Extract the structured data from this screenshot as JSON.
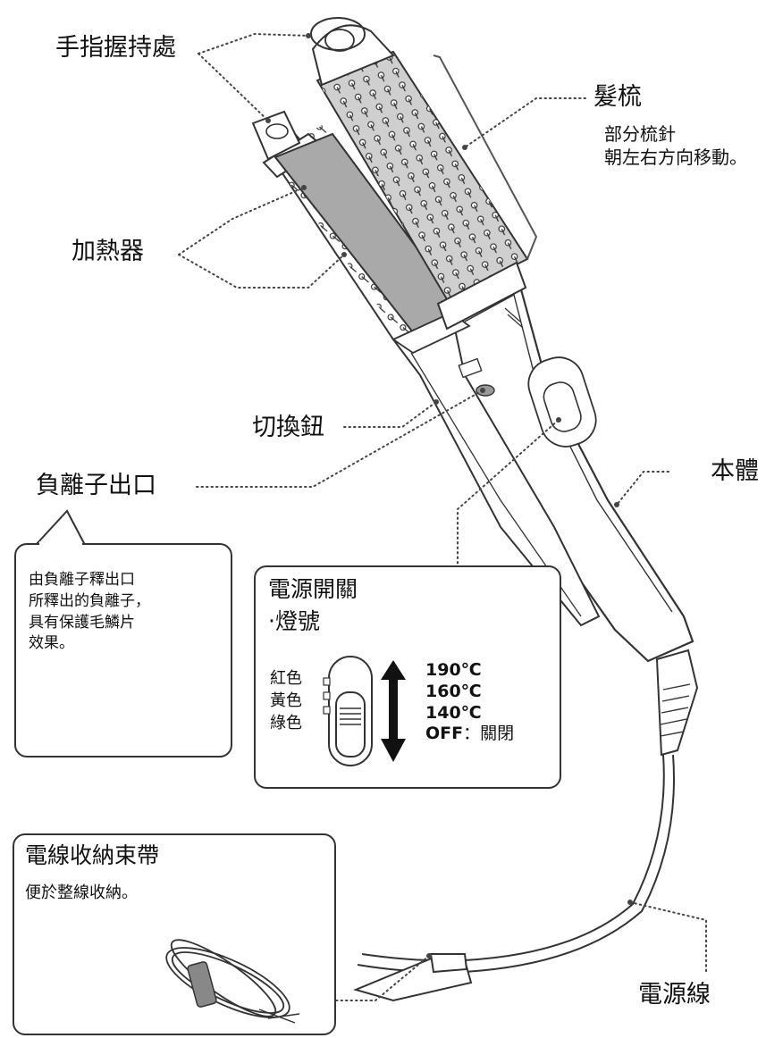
{
  "labels": {
    "finger_grip": "手指握持處",
    "comb": "髮梳",
    "comb_desc_1": "部分梳針",
    "comb_desc_2": "朝左右方向移動。",
    "heater": "加熱器",
    "switch_button": "切換鈕",
    "main_body": "本體",
    "ion_outlet": "負離子出口",
    "power_cord": "電源線"
  },
  "ion_note": {
    "lines": [
      "由負離子釋出口",
      "所釋出的負離子，",
      "具有保護毛鱗片",
      "效果。"
    ]
  },
  "power_switch_box": {
    "title_1": "電源開關",
    "title_2": "‧燈號",
    "lamp_colors": [
      "紅色",
      "黃色",
      "綠色"
    ],
    "settings": [
      "190℃",
      "160℃",
      "140℃"
    ],
    "off_key": "OFF",
    "off_sep": "：",
    "off_desc": "關閉"
  },
  "cord_band_box": {
    "title": "電線收納束帶",
    "desc": "便於整線收納。"
  },
  "colors": {
    "heater_plate": "#a9a9a9",
    "comb_barrel": "#cfcfcf",
    "outline": "#333333",
    "leader_dots": "#444444"
  }
}
